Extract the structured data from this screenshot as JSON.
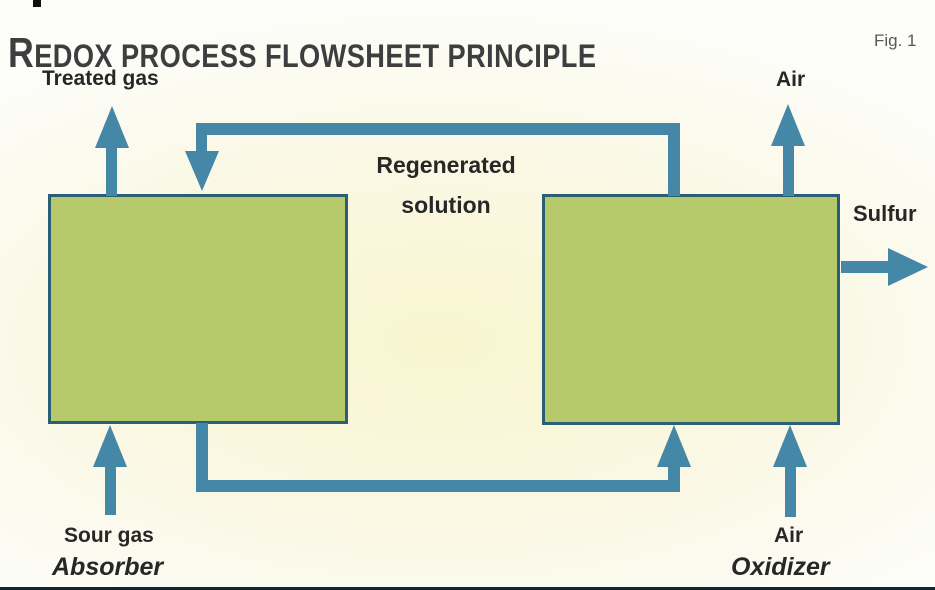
{
  "header": {
    "title_initial": "R",
    "title_rest": "EDOX PROCESS FLOWSHEET PRINCIPLE",
    "figure_label": "Fig. 1"
  },
  "labels": {
    "treated_gas": "Treated gas",
    "air_top": "Air",
    "regenerated_solution": [
      "Regenerated",
      "solution"
    ],
    "sulfur": "Sulfur",
    "sour_gas": "Sour gas",
    "air_bottom": "Air",
    "absorber": "Absorber",
    "oxidizer": "Oxidizer"
  },
  "colors": {
    "pipe": "#4587a6",
    "vessel_fill": "#b6ca6b",
    "vessel_border": "#2b5f76",
    "title_text": "#3d3e40",
    "label_text": "#272727",
    "figure_number_text": "#58595b",
    "bottom_rule": "#13272e",
    "background_center": "#f9f5d0",
    "background_mid": "#faf8e4",
    "background_edge": "#fdfdfa"
  }
}
